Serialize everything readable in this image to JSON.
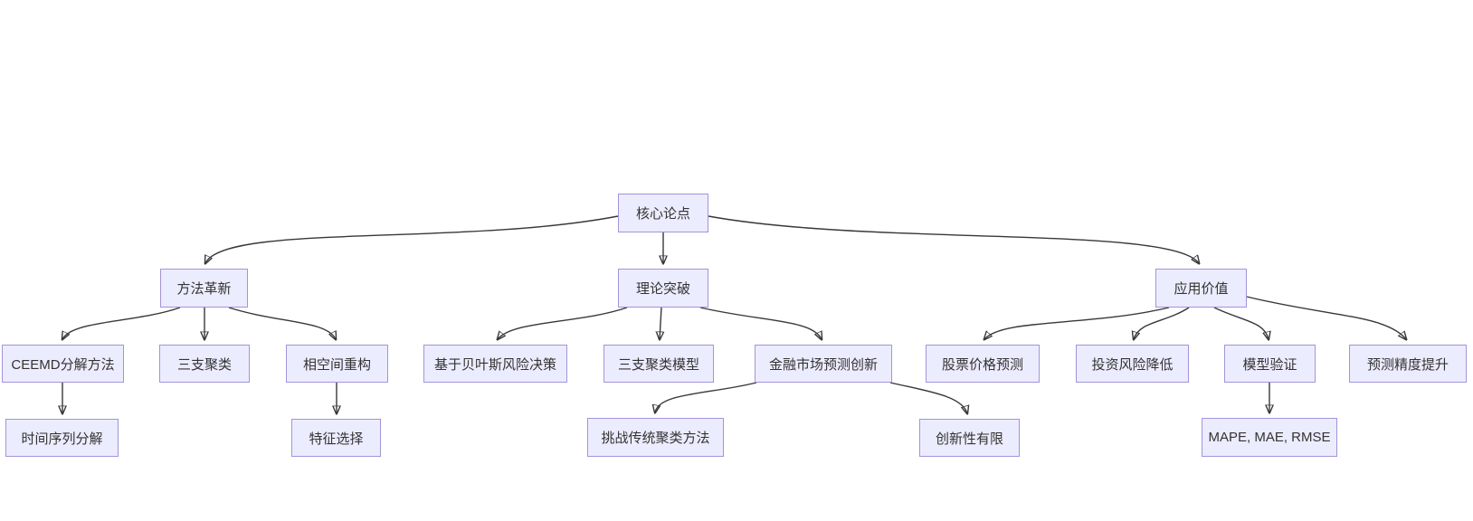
{
  "diagram": {
    "type": "flowchart",
    "direction": "top-down",
    "title": "核心论点",
    "nodes": [
      {
        "id": "core-thesis",
        "label": "核心论点",
        "level": 0
      },
      {
        "id": "method-innovation",
        "label": "方法革新",
        "level": 1
      },
      {
        "id": "theoretical-breakthrough",
        "label": "理论突破",
        "level": 1
      },
      {
        "id": "application-value",
        "label": "应用价值",
        "level": 1
      },
      {
        "id": "ceemd-decomposition",
        "label": "CEEMD分解方法",
        "level": 2
      },
      {
        "id": "three-way-clustering",
        "label": "三支聚类",
        "level": 2
      },
      {
        "id": "phase-space-reconstruction",
        "label": "相空间重构",
        "level": 2
      },
      {
        "id": "bayesian-risk-decision",
        "label": "基于贝叶斯风险决策",
        "level": 2
      },
      {
        "id": "three-way-clustering-model",
        "label": "三支聚类模型",
        "level": 2
      },
      {
        "id": "financial-market-prediction-innovation",
        "label": "金融市场预测创新",
        "level": 2
      },
      {
        "id": "stock-price-prediction",
        "label": "股票价格预测",
        "level": 2
      },
      {
        "id": "investment-risk-reduction",
        "label": "投资风险降低",
        "level": 2
      },
      {
        "id": "model-validation",
        "label": "模型验证",
        "level": 2
      },
      {
        "id": "prediction-accuracy-improvement",
        "label": "预测精度提升",
        "level": 2
      },
      {
        "id": "time-series-decomposition",
        "label": "时间序列分解",
        "level": 3
      },
      {
        "id": "feature-selection",
        "label": "特征选择",
        "level": 3
      },
      {
        "id": "challenge-traditional-clustering",
        "label": "挑战传统聚类方法",
        "level": 3
      },
      {
        "id": "limited-innovation",
        "label": "创新性有限",
        "level": 3
      },
      {
        "id": "mape-mae-rmse",
        "label": "MAPE, MAE, RMSE",
        "level": 3
      }
    ],
    "edges": [
      {
        "from": "core-thesis",
        "to": "method-innovation"
      },
      {
        "from": "core-thesis",
        "to": "theoretical-breakthrough"
      },
      {
        "from": "core-thesis",
        "to": "application-value"
      },
      {
        "from": "method-innovation",
        "to": "ceemd-decomposition"
      },
      {
        "from": "method-innovation",
        "to": "three-way-clustering"
      },
      {
        "from": "method-innovation",
        "to": "phase-space-reconstruction"
      },
      {
        "from": "theoretical-breakthrough",
        "to": "bayesian-risk-decision"
      },
      {
        "from": "theoretical-breakthrough",
        "to": "three-way-clustering-model"
      },
      {
        "from": "theoretical-breakthrough",
        "to": "financial-market-prediction-innovation"
      },
      {
        "from": "application-value",
        "to": "stock-price-prediction"
      },
      {
        "from": "application-value",
        "to": "investment-risk-reduction"
      },
      {
        "from": "application-value",
        "to": "model-validation"
      },
      {
        "from": "application-value",
        "to": "prediction-accuracy-improvement"
      },
      {
        "from": "ceemd-decomposition",
        "to": "time-series-decomposition"
      },
      {
        "from": "phase-space-reconstruction",
        "to": "feature-selection"
      },
      {
        "from": "financial-market-prediction-innovation",
        "to": "challenge-traditional-clustering"
      },
      {
        "from": "financial-market-prediction-innovation",
        "to": "limited-innovation"
      },
      {
        "from": "model-validation",
        "to": "mape-mae-rmse"
      }
    ]
  },
  "colors": {
    "background": "#FFFFFF",
    "node_fill": "#ECECFF",
    "node_border": "#9370DB",
    "edge": "#383838",
    "text": "#333333"
  }
}
